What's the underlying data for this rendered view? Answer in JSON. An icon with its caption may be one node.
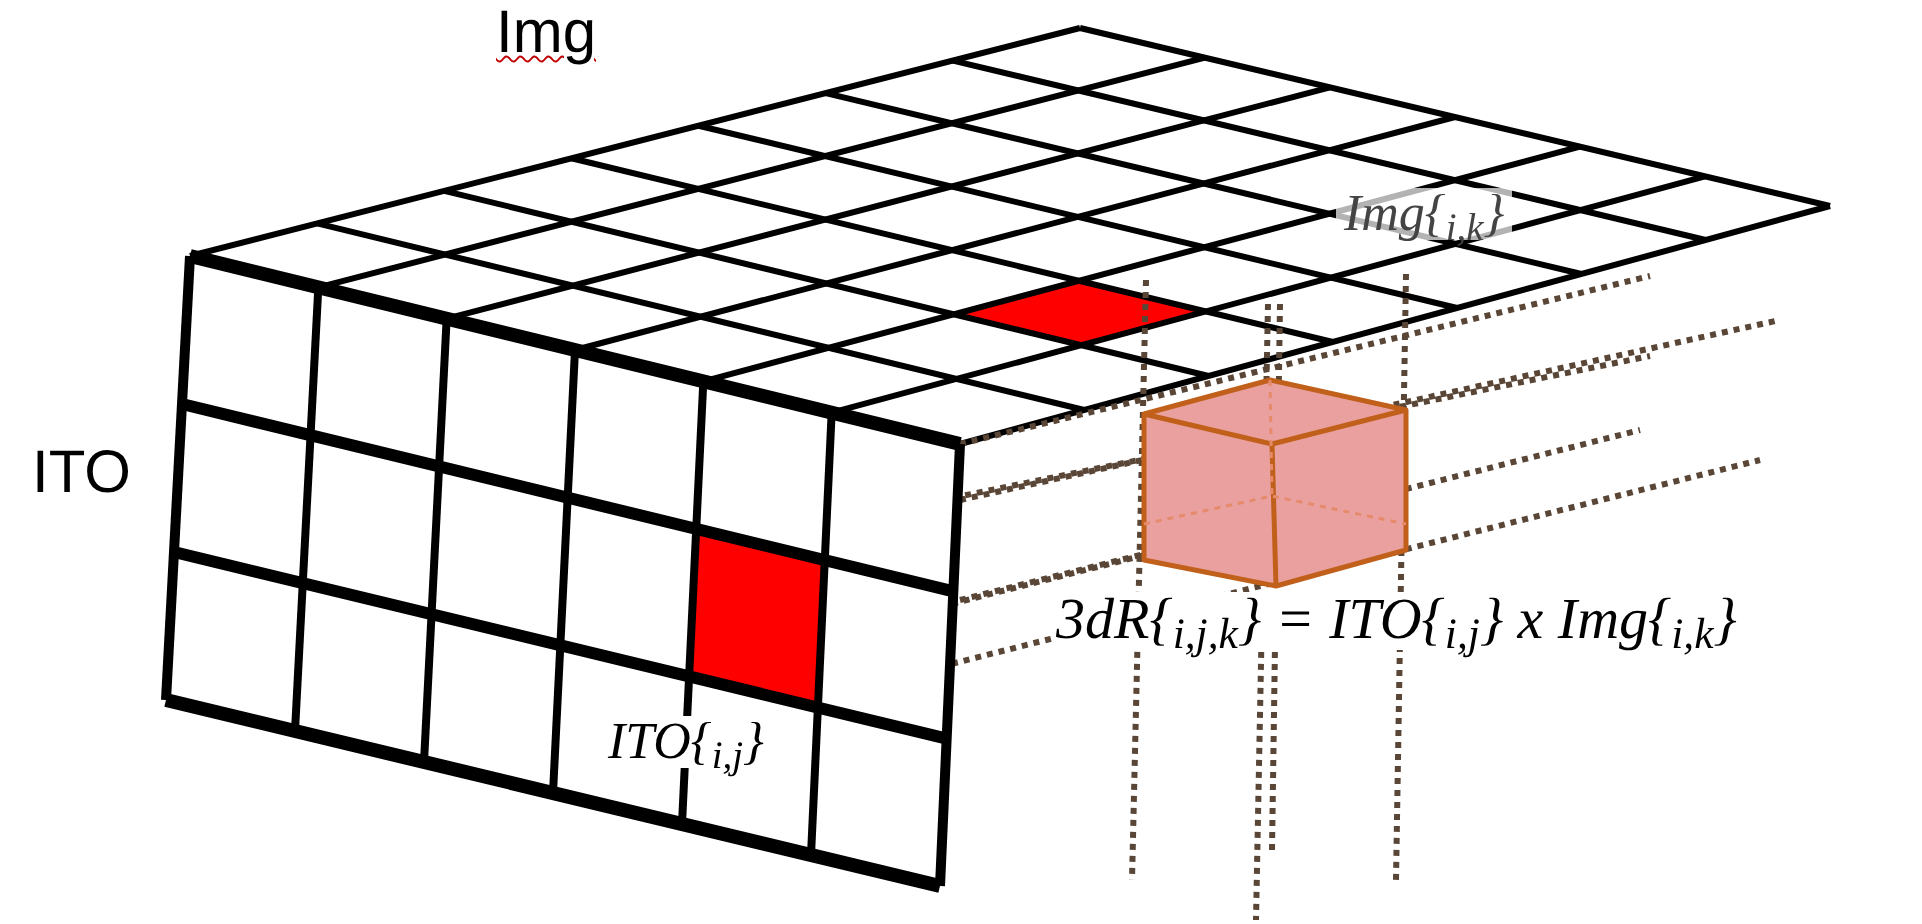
{
  "diagram": {
    "labels": [
      "Img",
      "ITO",
      "Img{$_{i,k}$}",
      "ITO{$_{i,j}$}",
      "3dR{$_{i,j,k}$} = ITO{$_{i,j}$} x Img{$_{i,k}$}"
    ]
  }
}
